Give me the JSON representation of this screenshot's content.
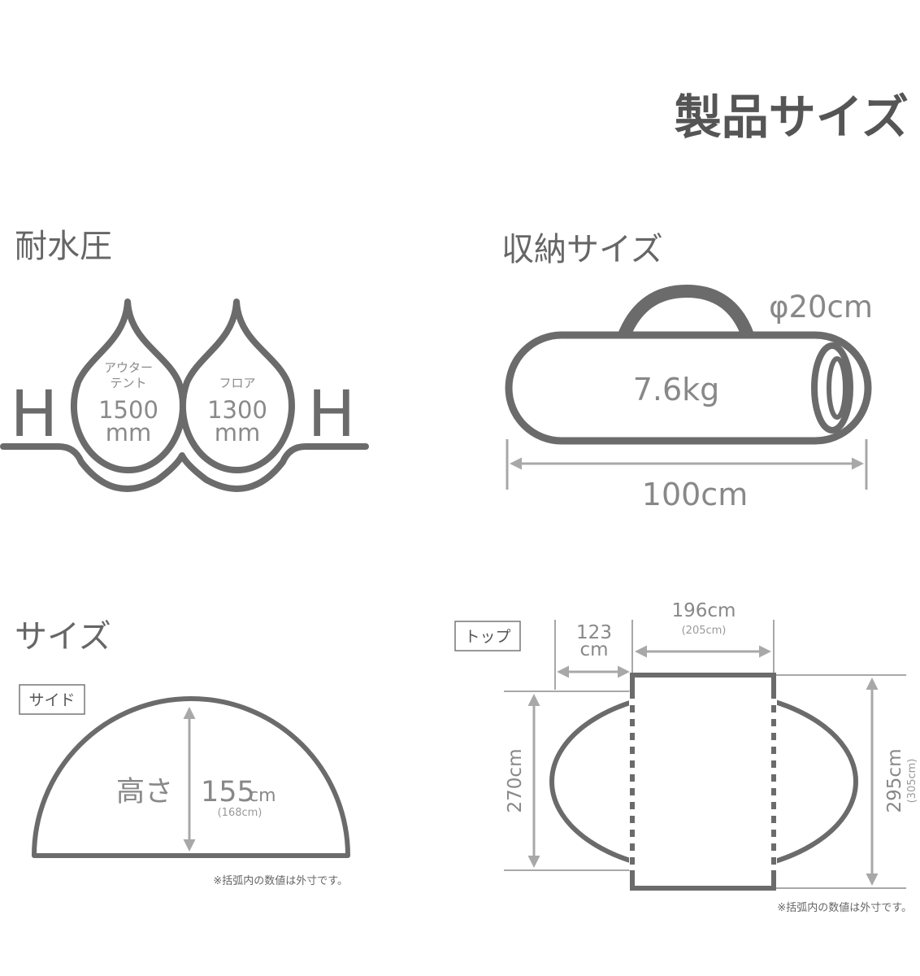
{
  "page": {
    "title": "製品サイズ",
    "colors": {
      "line": "#6b6b6b",
      "dim": "#a8a8a8",
      "text": "#888888",
      "title": "#555555"
    }
  },
  "water_pressure": {
    "heading": "耐水圧",
    "h_symbol": "H",
    "outer_tent": {
      "label_line1": "アウター",
      "label_line2": "テント",
      "value": "1500",
      "unit": "mm"
    },
    "floor": {
      "label": "フロア",
      "value": "1300",
      "unit": "mm"
    }
  },
  "storage": {
    "heading": "収納サイズ",
    "diameter": "φ20cm",
    "weight": "7.6kg",
    "length": "100cm"
  },
  "size": {
    "heading": "サイズ",
    "side": {
      "tag": "サイド",
      "height_label": "高さ",
      "height_value": "155",
      "height_unit": "cm",
      "outer_value": "(168cm)",
      "note": "※括弧内の数値は外寸です。"
    },
    "top": {
      "tag": "トップ",
      "vestibule_value": "123",
      "vestibule_unit": "cm",
      "inner_width": "196cm",
      "outer_width": "(205cm)",
      "inner_depth": "270cm",
      "total_depth": "295cm",
      "total_depth_outer": "(305cm)",
      "note": "※括弧内の数値は外寸です。"
    }
  }
}
